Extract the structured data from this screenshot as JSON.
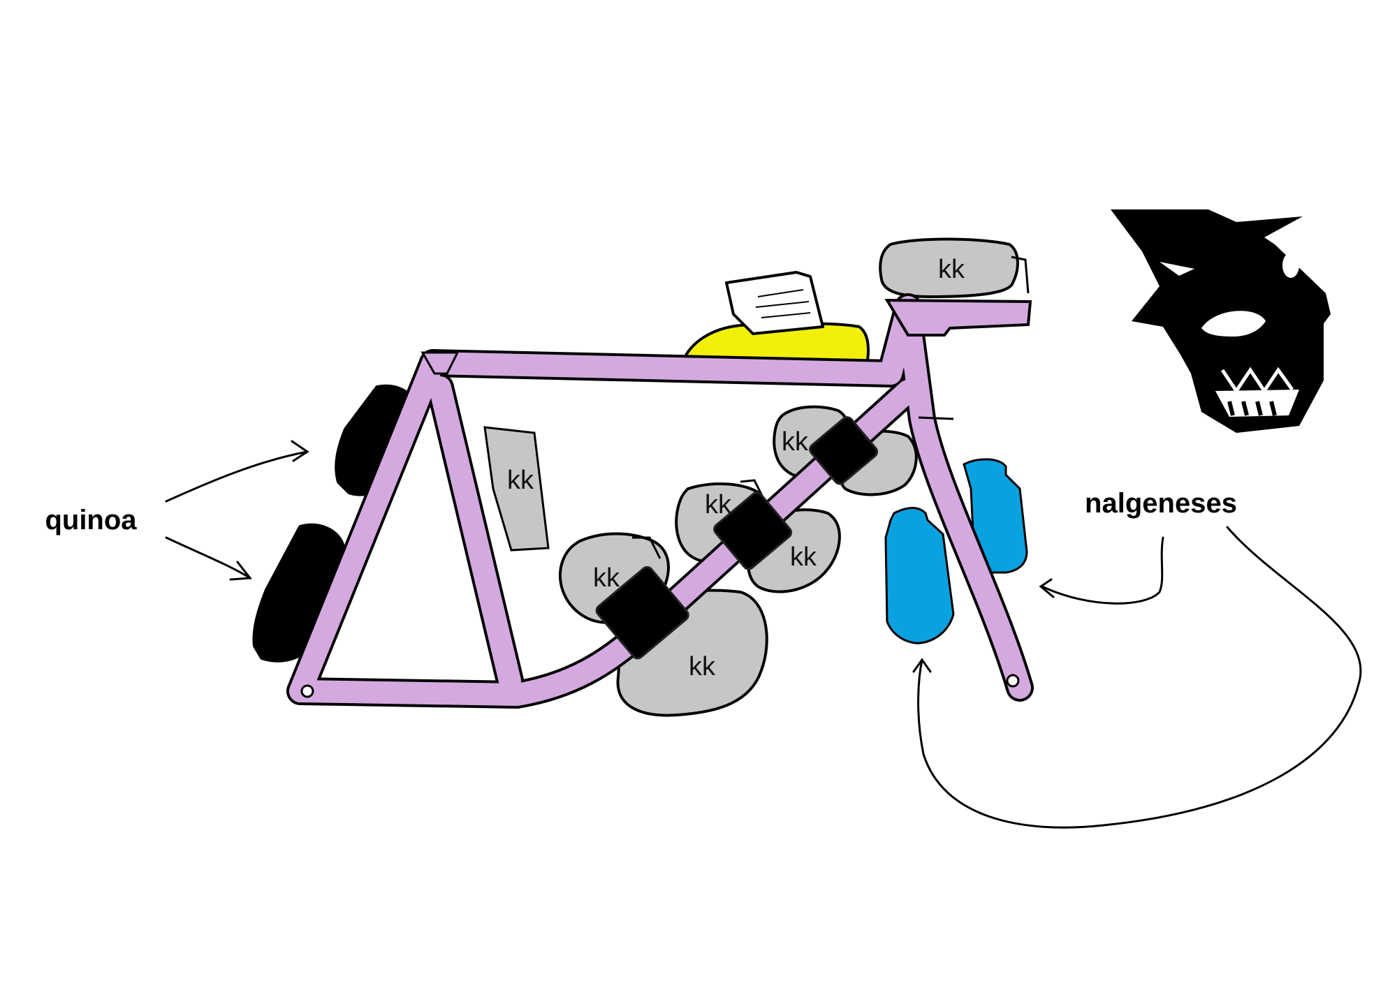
{
  "labels": {
    "quinoa": "quinoa",
    "nalgeneses": "nalgeneses",
    "kk": "kk"
  },
  "colors": {
    "frame": "#d4a9e0",
    "outline": "#000000",
    "bag_gray": "#c6c6c6",
    "bottle_blue": "#0aa1e0",
    "top_bag_yellow": "#f2ef0b",
    "quinoa_bag": "#000000",
    "strap": "#000000",
    "logo": "#000000"
  },
  "icons": {
    "logo": "wolf-head-logo-icon",
    "note": "paper-note-icon"
  }
}
